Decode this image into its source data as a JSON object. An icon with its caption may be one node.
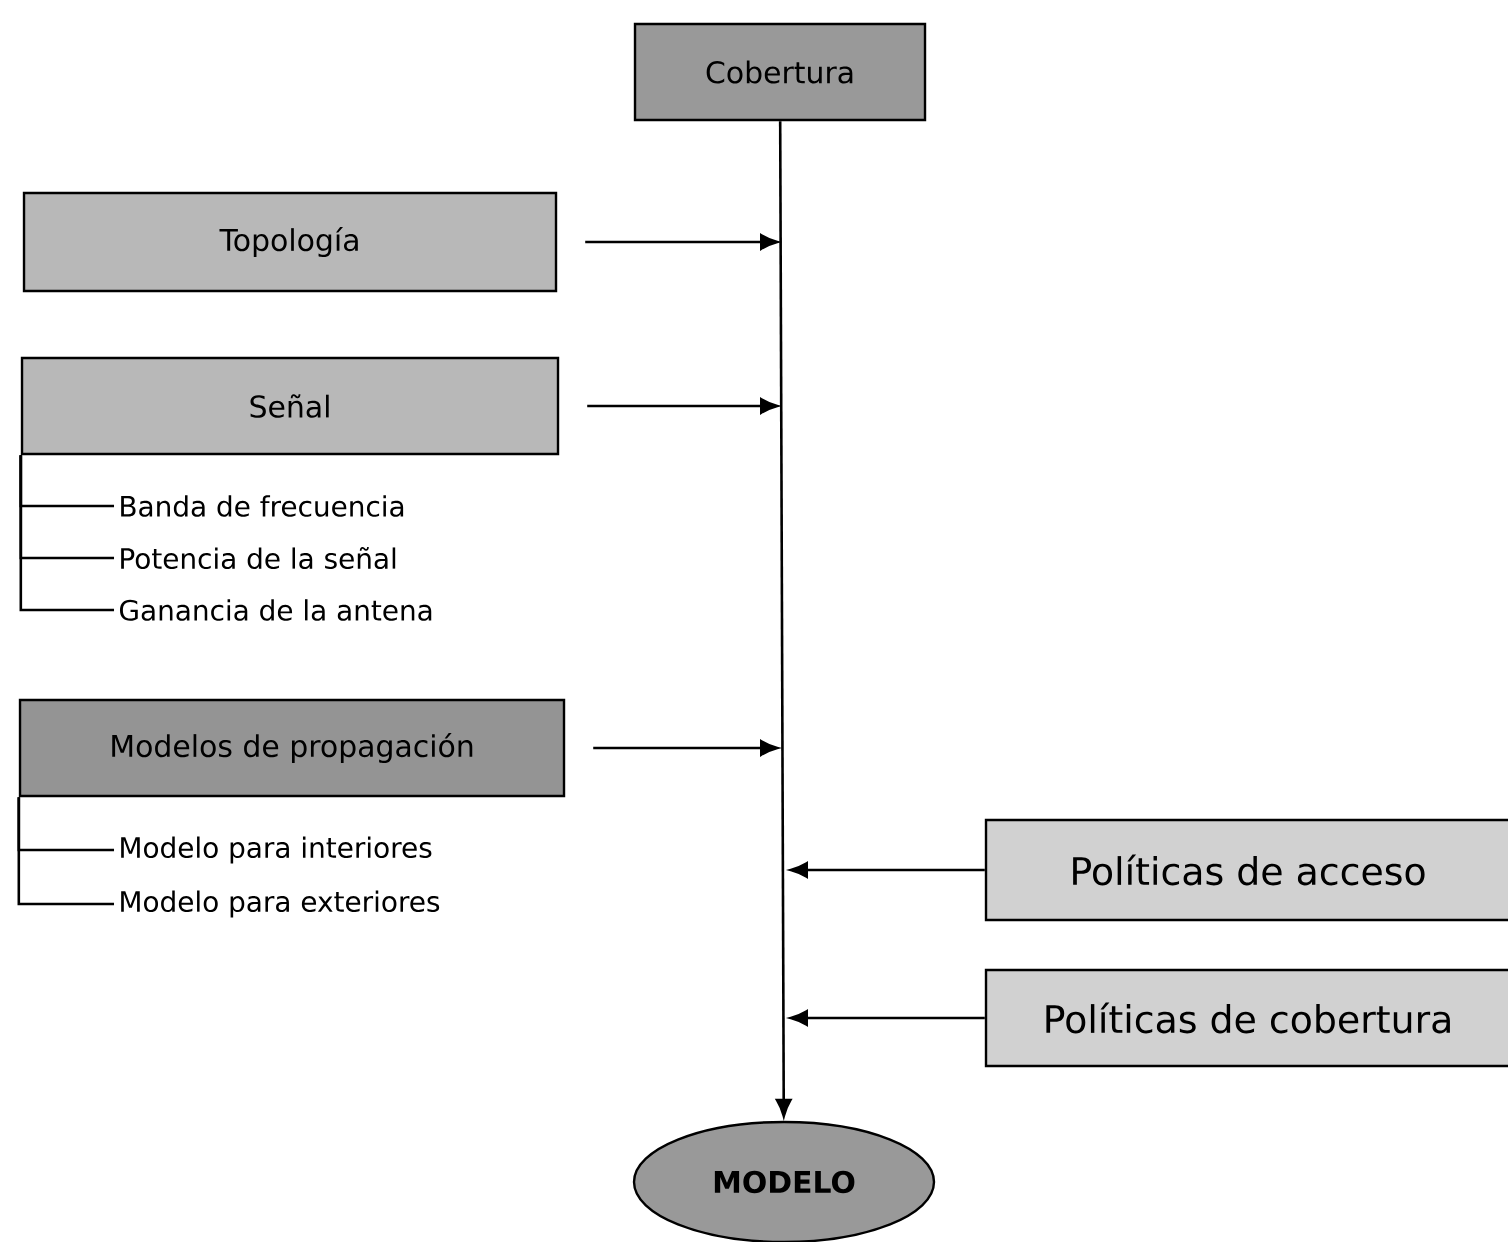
{
  "diagram": {
    "nodes": [
      {
        "text": [
          "Cobertura"
        ]
      },
      {
        "text": [
          "Topología"
        ]
      },
      {
        "text": [
          "Señal"
        ]
      },
      {
        "text": [
          "Banda de frecuencia"
        ]
      },
      {
        "text": [
          "Potencia de la señal"
        ]
      },
      {
        "text": [
          "Ganancia de la antena"
        ]
      },
      {
        "text": [
          "Modelos de propagación"
        ]
      },
      {
        "text": [
          "Modelo para interiores"
        ]
      },
      {
        "text": [
          "Modelo para exteriores"
        ]
      },
      {
        "text": [
          "Políticas de acceso"
        ]
      },
      {
        "text": [
          "Políticas de cobertura"
        ]
      },
      {
        "text": [
          "MODELO"
        ]
      }
    ],
    "edges": [
      {
        "from": 0,
        "to": 11,
        "arrow": "to"
      },
      {
        "from": 1,
        "to": null,
        "arrow": "to"
      },
      {
        "from": 2,
        "to": null,
        "arrow": "to"
      },
      {
        "from": 6,
        "to": null,
        "arrow": "to"
      },
      {
        "from": 9,
        "to": null,
        "arrow": "to"
      },
      {
        "from": 10,
        "to": null,
        "arrow": "to"
      },
      {
        "from": 2,
        "to": 3,
        "arrow": "none"
      },
      {
        "from": 2,
        "to": 4,
        "arrow": "none"
      },
      {
        "from": 2,
        "to": 5,
        "arrow": "none"
      },
      {
        "from": 6,
        "to": 7,
        "arrow": "none"
      },
      {
        "from": 6,
        "to": 8,
        "arrow": "none"
      }
    ]
  }
}
